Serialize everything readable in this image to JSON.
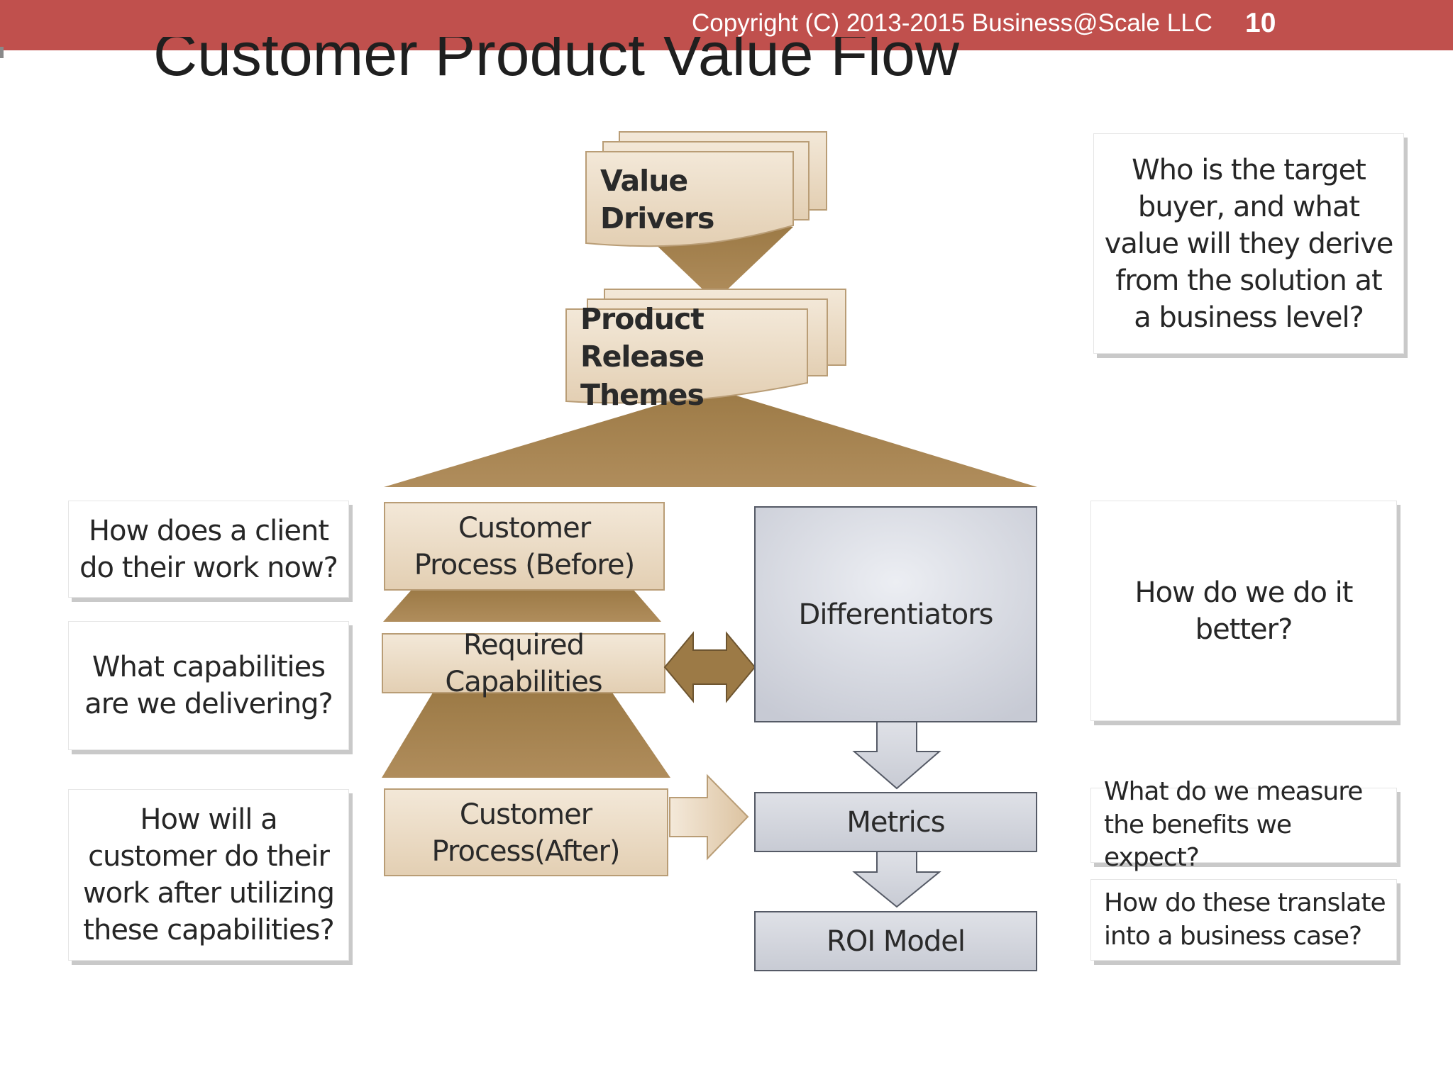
{
  "header": {
    "copyright": "Copyright (C) 2013-2015 Business@Scale LLC",
    "page_number": "10"
  },
  "slide": {
    "title": "Customer Product Value Flow"
  },
  "diagram": {
    "value_drivers": "Value Drivers",
    "product_release_themes": "Product Release Themes",
    "customer_process_before": "Customer Process (Before)",
    "required_capabilities": "Required Capabilities",
    "customer_process_after": "Customer Process(After)",
    "differentiators": "Differentiators",
    "metrics": "Metrics",
    "roi_model": "ROI Model"
  },
  "questions": {
    "target_buyer": "Who is the target buyer, and what value will they derive from the solution at a business level?",
    "client_work_now": "How does a client do their work now?",
    "capabilities_delivering": "What capabilities are we delivering?",
    "work_after": "How will a customer do their work after utilizing these capabilities?",
    "do_it_better": "How do we do it better?",
    "measure_benefits": "What do we measure the benefits we expect?",
    "business_case": "How do these translate into a business case?"
  },
  "colors": {
    "header_bar": "#c0504d",
    "funnel": "#a8844f",
    "tan_box": "#ecdcc6",
    "gray_box": "#d4d6de"
  }
}
